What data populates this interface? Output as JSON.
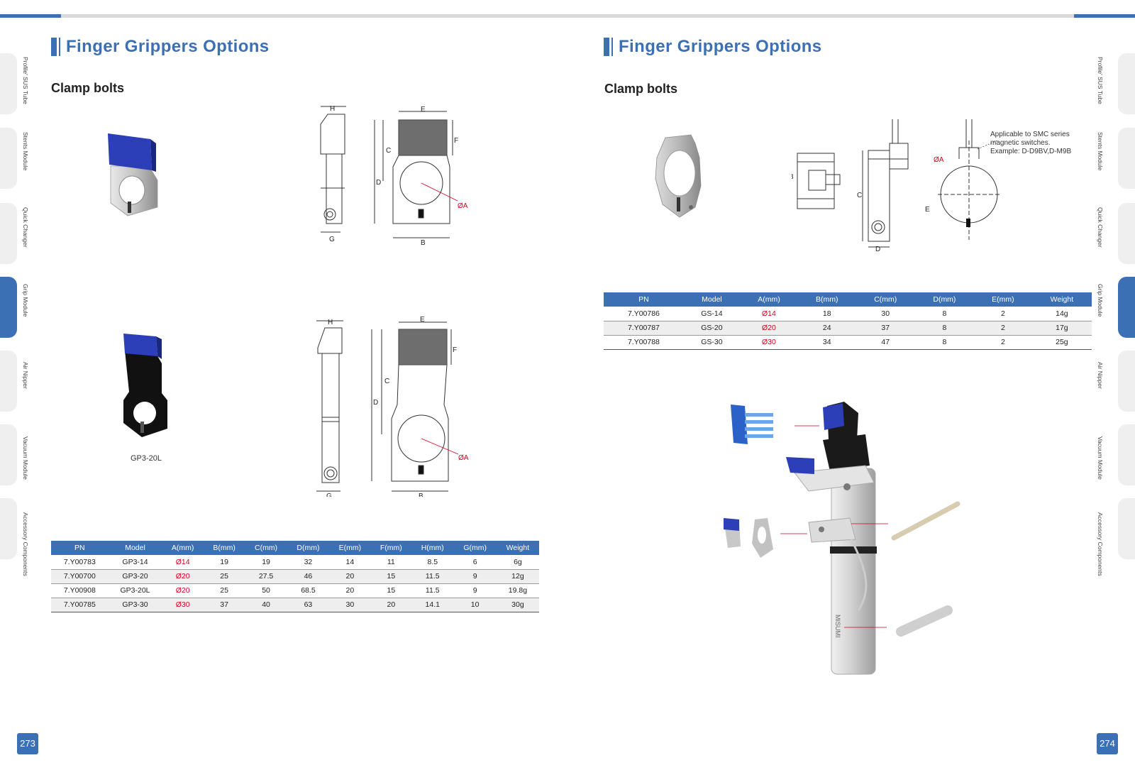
{
  "side_tabs": [
    {
      "label": "Profile' SUS Tube",
      "active": false
    },
    {
      "label": "Stents Module",
      "active": false
    },
    {
      "label": "Quick Changer",
      "active": false
    },
    {
      "label": "Grip Module",
      "active": true
    },
    {
      "label": "Air Nipper",
      "active": false
    },
    {
      "label": "Vacuum Module",
      "active": false
    },
    {
      "label": "Accessory Components",
      "active": false
    }
  ],
  "left_page": {
    "title": "Finger Grippers Options",
    "subtitle": "Clamp bolts",
    "product2_caption": "GP3-20L",
    "dim_labels": {
      "a": "ØA",
      "b": "B",
      "c": "C",
      "d": "D",
      "e": "E",
      "f": "F",
      "g": "G",
      "h": "H"
    },
    "table": {
      "headers": [
        "PN",
        "Model",
        "A(mm)",
        "B(mm)",
        "C(mm)",
        "D(mm)",
        "E(mm)",
        "F(mm)",
        "H(mm)",
        "G(mm)",
        "Weight"
      ],
      "rows": [
        [
          "7.Y00783",
          "GP3-14",
          "Ø14",
          "19",
          "19",
          "32",
          "14",
          "11",
          "8.5",
          "6",
          "6g"
        ],
        [
          "7.Y00700",
          "GP3-20",
          "Ø20",
          "25",
          "27.5",
          "46",
          "20",
          "15",
          "11.5",
          "9",
          "12g"
        ],
        [
          "7.Y00908",
          "GP3-20L",
          "Ø20",
          "25",
          "50",
          "68.5",
          "20",
          "15",
          "11.5",
          "9",
          "19.8g"
        ],
        [
          "7.Y00785",
          "GP3-30",
          "Ø30",
          "37",
          "40",
          "63",
          "30",
          "20",
          "14.1",
          "10",
          "30g"
        ]
      ]
    },
    "page_number": "273"
  },
  "right_page": {
    "title": "Finger Grippers Options",
    "subtitle": "Clamp bolts",
    "note_lines": [
      "Applicable to SMC series",
      "magnetic switches.",
      "Example: D-D9BV,D-M9B"
    ],
    "dim_labels": {
      "a": "ØA",
      "b": "B",
      "c": "C",
      "d": "D",
      "e": "E"
    },
    "table": {
      "headers": [
        "PN",
        "Model",
        "A(mm)",
        "B(mm)",
        "C(mm)",
        "D(mm)",
        "E(mm)",
        "Weight"
      ],
      "rows": [
        [
          "7.Y00786",
          "GS-14",
          "Ø14",
          "18",
          "30",
          "8",
          "2",
          "14g"
        ],
        [
          "7.Y00787",
          "GS-20",
          "Ø20",
          "24",
          "37",
          "8",
          "2",
          "17g"
        ],
        [
          "7.Y00788",
          "GS-30",
          "Ø30",
          "34",
          "47",
          "8",
          "2",
          "25g"
        ]
      ]
    },
    "assembly_text": "MISUMI",
    "page_number": "274"
  },
  "colors": {
    "accent": "#3c70b5",
    "highlight_red": "#d0021b",
    "blue_pad": "#2d3fb8"
  }
}
